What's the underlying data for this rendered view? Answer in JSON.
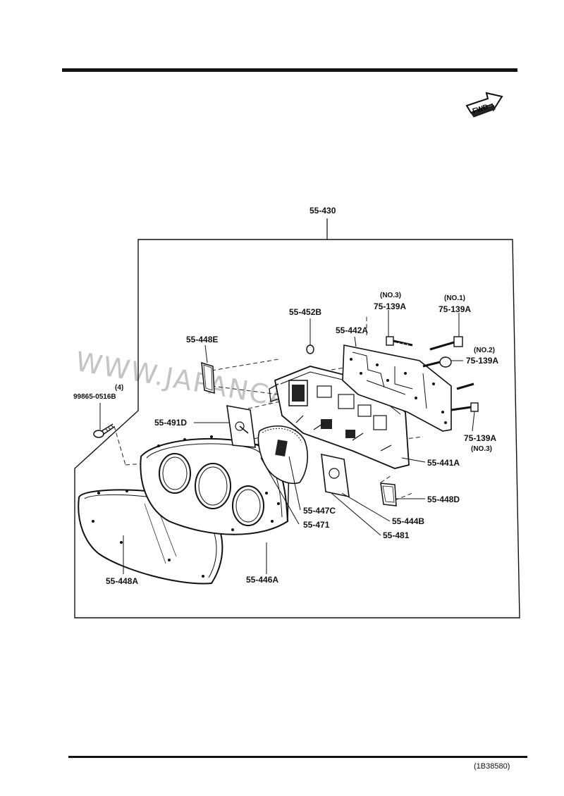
{
  "fwd_badge": "FWD",
  "watermark": "WWW.JAPANCARTS.RU",
  "assembly_label": "55-430",
  "parts": {
    "p75_139A_no3_top": {
      "code": "75-139A",
      "note": "(NO.3)"
    },
    "p75_139A_no1": {
      "code": "75-139A",
      "note": "(NO.1)"
    },
    "p75_139A_no2": {
      "code": "75-139A",
      "note": "(NO.2)"
    },
    "p75_139A_no3_bottom": {
      "code": "75-139A",
      "note": "(NO.3)"
    },
    "p55_452B": "55-452B",
    "p55_442A": "55-442A",
    "p55_448E": "55-448E",
    "p99865_0516B": {
      "code": "99865-0516B",
      "qty": "(4)"
    },
    "p55_491D": "55-491D",
    "p55_441A": "55-441A",
    "p55_448D": "55-448D",
    "p55_447C": "55-447C",
    "p55_471": "55-471",
    "p55_444B": "55-444B",
    "p55_481": "55-481",
    "p55_448A": "55-448A",
    "p55_446A": "55-446A"
  },
  "figure_code": "(1B38580)"
}
